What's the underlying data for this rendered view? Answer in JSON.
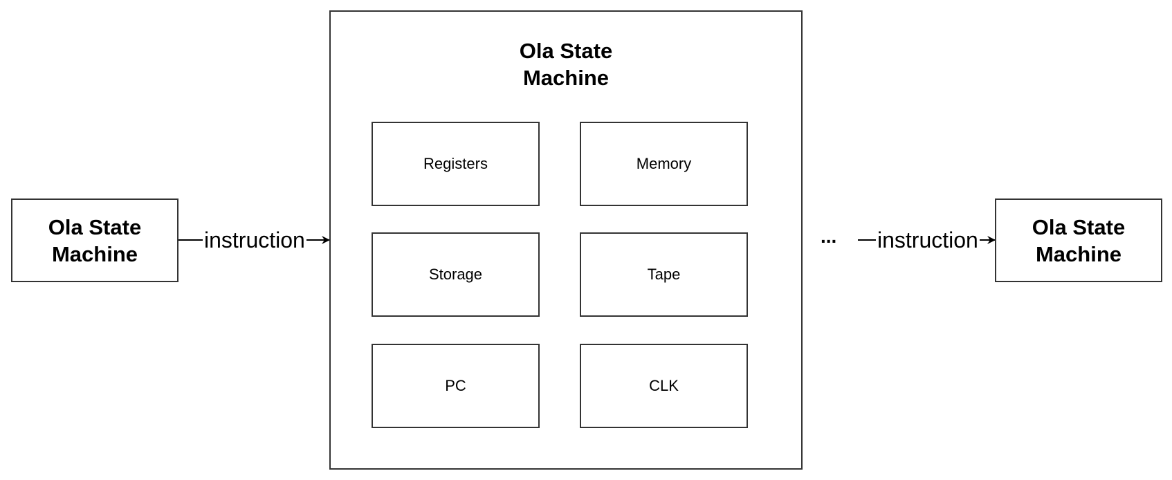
{
  "left_node": {
    "title": "Ola State Machine"
  },
  "center_node": {
    "title_line1": "Ola State",
    "title_line2": "Machine",
    "components": [
      "Registers",
      "Memory",
      "Storage",
      "Tape",
      "PC",
      "CLK"
    ]
  },
  "right_node": {
    "title": "Ola State Machine"
  },
  "edges": {
    "left_label": "instruction",
    "right_label": "instruction"
  },
  "ellipsis": "..."
}
